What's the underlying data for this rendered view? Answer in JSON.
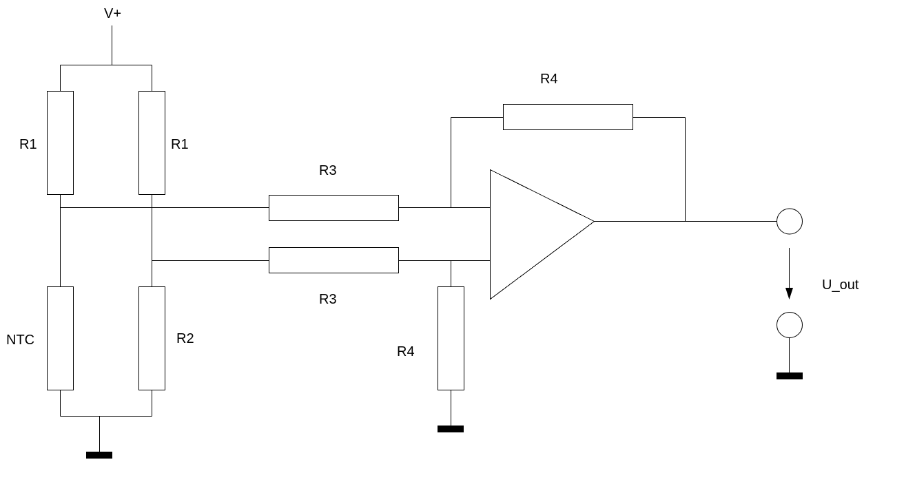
{
  "supply": {
    "label": "V+"
  },
  "bridge": {
    "r1_left": "R1",
    "r1_right": "R1",
    "ntc": "NTC",
    "r2": "R2"
  },
  "amplifier": {
    "r3_top": "R3",
    "r3_bottom": "R3",
    "r4_feedback": "R4",
    "r4_ground": "R4"
  },
  "output": {
    "label": "U_out"
  },
  "colors": {
    "ink": "#000000",
    "background": "#ffffff"
  }
}
